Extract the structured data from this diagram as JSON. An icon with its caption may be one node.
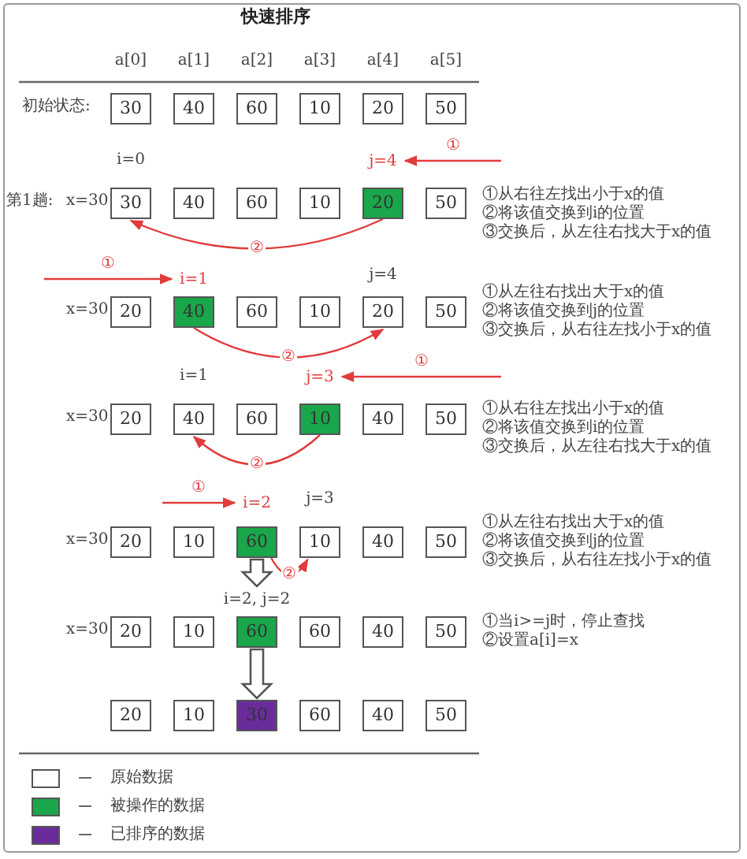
{
  "diagram": {
    "title": "快速排序",
    "nodes": [
      {
        "text": [
          "30"
        ]
      },
      {
        "text": [
          "40"
        ]
      },
      {
        "text": [
          "60"
        ]
      },
      {
        "text": [
          "10"
        ]
      },
      {
        "text": [
          "20"
        ]
      },
      {
        "text": [
          "50"
        ]
      },
      {
        "text": [
          "j=4"
        ]
      },
      {
        "text": [
          "30"
        ]
      },
      {
        "text": [
          "40"
        ]
      },
      {
        "text": [
          "60"
        ]
      },
      {
        "text": [
          "10"
        ]
      },
      {
        "text": [
          "20"
        ]
      },
      {
        "text": [
          "50"
        ]
      },
      {
        "text": [
          "i=1"
        ]
      },
      {
        "text": [
          "20"
        ]
      },
      {
        "text": [
          "40"
        ]
      },
      {
        "text": [
          "60"
        ]
      },
      {
        "text": [
          "10"
        ]
      },
      {
        "text": [
          "20"
        ]
      },
      {
        "text": [
          "50"
        ]
      },
      {
        "text": [
          "j=3"
        ]
      },
      {
        "text": [
          "20"
        ]
      },
      {
        "text": [
          "40"
        ]
      },
      {
        "text": [
          "60"
        ]
      },
      {
        "text": [
          "10"
        ]
      },
      {
        "text": [
          "40"
        ]
      },
      {
        "text": [
          "50"
        ]
      },
      {
        "text": [
          "i=2"
        ]
      },
      {
        "text": [
          "20"
        ]
      },
      {
        "text": [
          "10"
        ]
      },
      {
        "text": [
          "60"
        ]
      },
      {
        "text": [
          "10"
        ]
      },
      {
        "text": [
          "40"
        ]
      },
      {
        "text": [
          "50"
        ]
      },
      {
        "text": [
          "i=2, j=2"
        ]
      },
      {
        "text": [
          "20"
        ]
      },
      {
        "text": [
          "10"
        ]
      },
      {
        "text": [
          "60"
        ]
      },
      {
        "text": [
          "60"
        ]
      },
      {
        "text": [
          "40"
        ]
      },
      {
        "text": [
          "50"
        ]
      },
      {
        "text": [
          "20"
        ]
      },
      {
        "text": [
          "10"
        ]
      },
      {
        "text": [
          "30"
        ]
      },
      {
        "text": [
          "60"
        ]
      },
      {
        "text": [
          "40"
        ]
      },
      {
        "text": [
          "50"
        ]
      }
    ],
    "edges": [
      {
        "from": null,
        "to": 6,
        "arrow": "to",
        "label": "①"
      },
      {
        "from": 11,
        "to": 7,
        "arrow": "to",
        "label": "②"
      },
      {
        "from": null,
        "to": 13,
        "arrow": "to",
        "label": "①"
      },
      {
        "from": 15,
        "to": 18,
        "arrow": "to",
        "label": "②"
      },
      {
        "from": null,
        "to": 20,
        "arrow": "to",
        "label": "①"
      },
      {
        "from": 24,
        "to": 22,
        "arrow": "to",
        "label": "②"
      },
      {
        "from": null,
        "to": 27,
        "arrow": "to",
        "label": "①"
      },
      {
        "from": 30,
        "to": 31,
        "arrow": "to",
        "label": "②"
      },
      {
        "from": 30,
        "to": 34,
        "arrow": "to",
        "style": "thick",
        "color": "#555555"
      },
      {
        "from": 37,
        "to": 43,
        "arrow": "to",
        "style": "thick",
        "color": "#555555"
      }
    ],
    "labels": [
      "a[0]",
      "a[1]",
      "a[2]",
      "a[3]",
      "a[4]",
      "a[5]",
      "初始状态:",
      "i=0",
      "第1趟:",
      "x=30",
      "①从右往左找出小于x的值",
      "②将该值交换到i的位置",
      "③交换后，从左往右找大于x的值",
      "x=30",
      "j=4",
      "①从左往右找出大于x的值",
      "②将该值交换到j的位置",
      "③交换后，从右往左找小于x的值",
      "i=1",
      "x=30",
      "①从右往左找出小于x的值",
      "②将该值交换到i的位置",
      "③交换后，从左往右找大于x的值",
      "j=3",
      "x=30",
      "①从左往右找出大于x的值",
      "②将该值交换到j的位置",
      "③交换后，从右往左找小于x的值",
      "x=30",
      "①当i>=j时，停止查找",
      "②设置a[i]=x"
    ],
    "legend": [
      {
        "text": "原始数据",
        "color": "#ffffff"
      },
      {
        "text": "被操作的数据",
        "color": "#1aa64a"
      },
      {
        "text": "已排序的数据",
        "color": "#6a2c9b"
      }
    ]
  }
}
